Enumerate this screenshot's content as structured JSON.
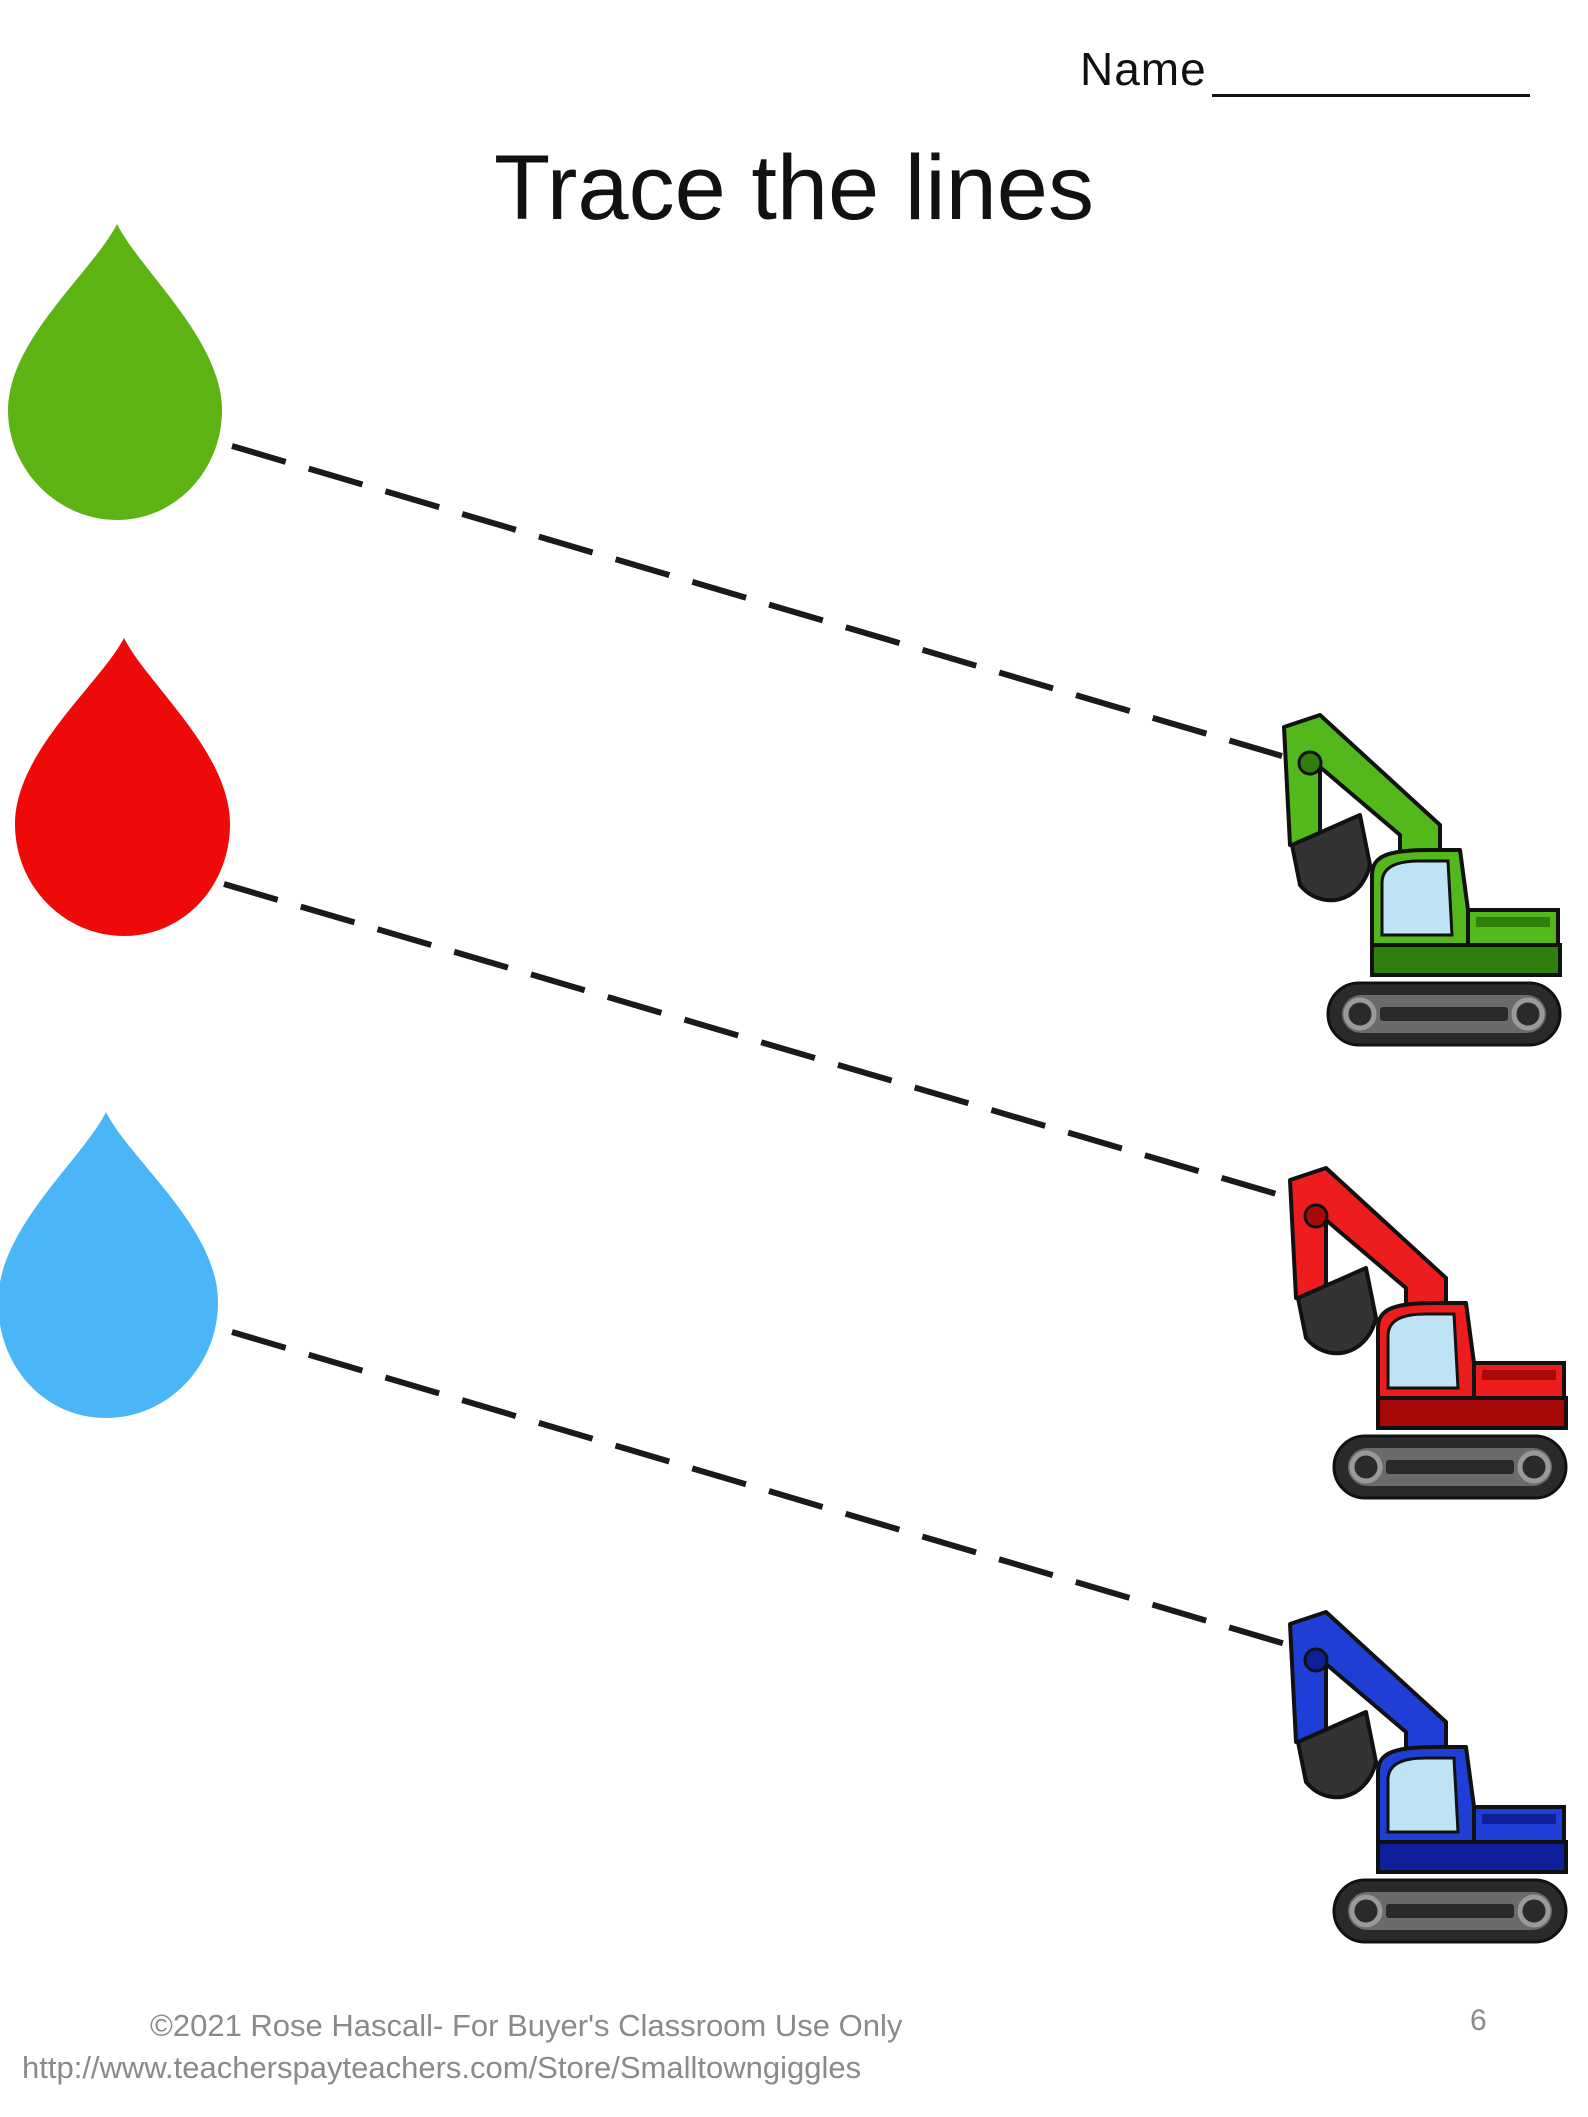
{
  "header": {
    "name_label": "Name",
    "title": "Trace the lines"
  },
  "rows": [
    {
      "drop_color": "#5db314",
      "excavator_color": "#52b81c",
      "excavator_dark": "#2f7f0c",
      "drop_icon": "green-drop-icon",
      "excavator_icon": "green-excavator-icon"
    },
    {
      "drop_color": "#ef0a0a",
      "excavator_color": "#ee1d1d",
      "excavator_dark": "#a80a0a",
      "drop_icon": "red-drop-icon",
      "excavator_icon": "red-excavator-icon"
    },
    {
      "drop_color": "#4bb6f7",
      "excavator_color": "#1f3ed6",
      "excavator_dark": "#10209a",
      "drop_icon": "blue-drop-icon",
      "excavator_icon": "blue-excavator-icon"
    }
  ],
  "footer": {
    "copyright": "©2021  Rose Hascall- For Buyer's Classroom Use Only",
    "url": "http://www.teacherspayteachers.com/Store/Smalltowngiggles",
    "page_number": "6"
  }
}
